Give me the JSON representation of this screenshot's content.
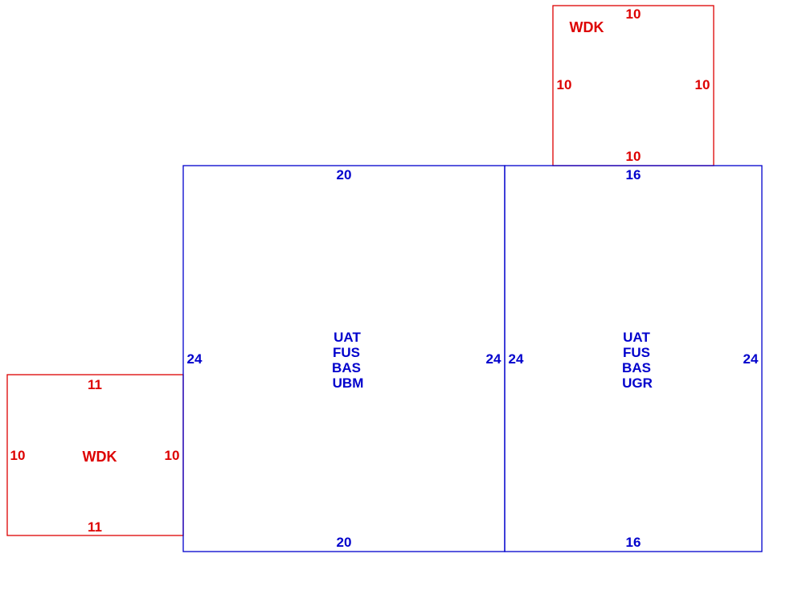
{
  "colors": {
    "main_structure": "#0000cc",
    "deck": "#dd0000",
    "background": "#ffffff"
  },
  "areas": {
    "left_main": {
      "codes": [
        "UAT",
        "FUS",
        "BAS",
        "UBM"
      ],
      "top": "20",
      "bottom": "20",
      "left": "24",
      "right": "24"
    },
    "right_main": {
      "codes": [
        "UAT",
        "FUS",
        "BAS",
        "UGR"
      ],
      "top": "16",
      "bottom": "16",
      "left": "24",
      "right": "24"
    },
    "top_deck": {
      "label": "WDK",
      "top": "10",
      "bottom": "10",
      "left": "10",
      "right": "10"
    },
    "left_deck": {
      "label": "WDK",
      "top": "11",
      "bottom": "11",
      "left": "10",
      "right": "10"
    }
  }
}
